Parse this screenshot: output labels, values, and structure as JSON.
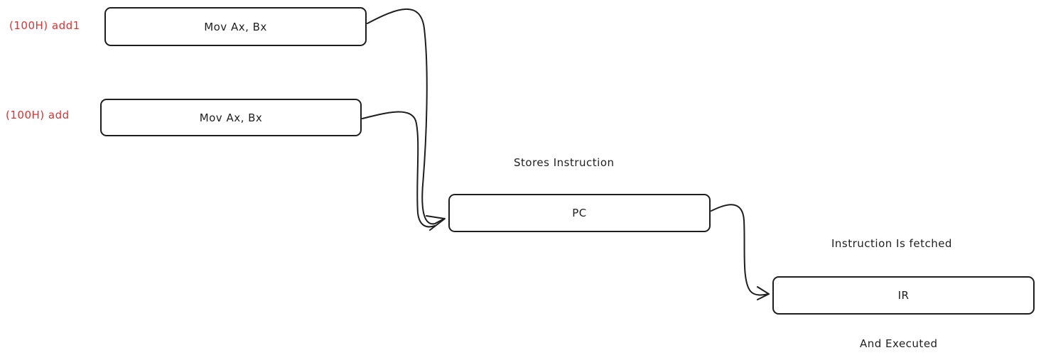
{
  "boxes": {
    "mov_1": "Mov Ax, Bx",
    "mov_2": "Mov Ax, Bx",
    "pc": "PC",
    "ir": "IR"
  },
  "addresses": {
    "addr_1": "(100H) add1",
    "addr_2": "(100H) add"
  },
  "annotations": {
    "stores_instruction": "Stores Instruction",
    "instruction_fetched": "Instruction Is fetched",
    "and_executed": "And Executed"
  },
  "colors": {
    "stroke": "#1e1e1e",
    "address_text": "#e03131",
    "background": "#ffffff"
  }
}
